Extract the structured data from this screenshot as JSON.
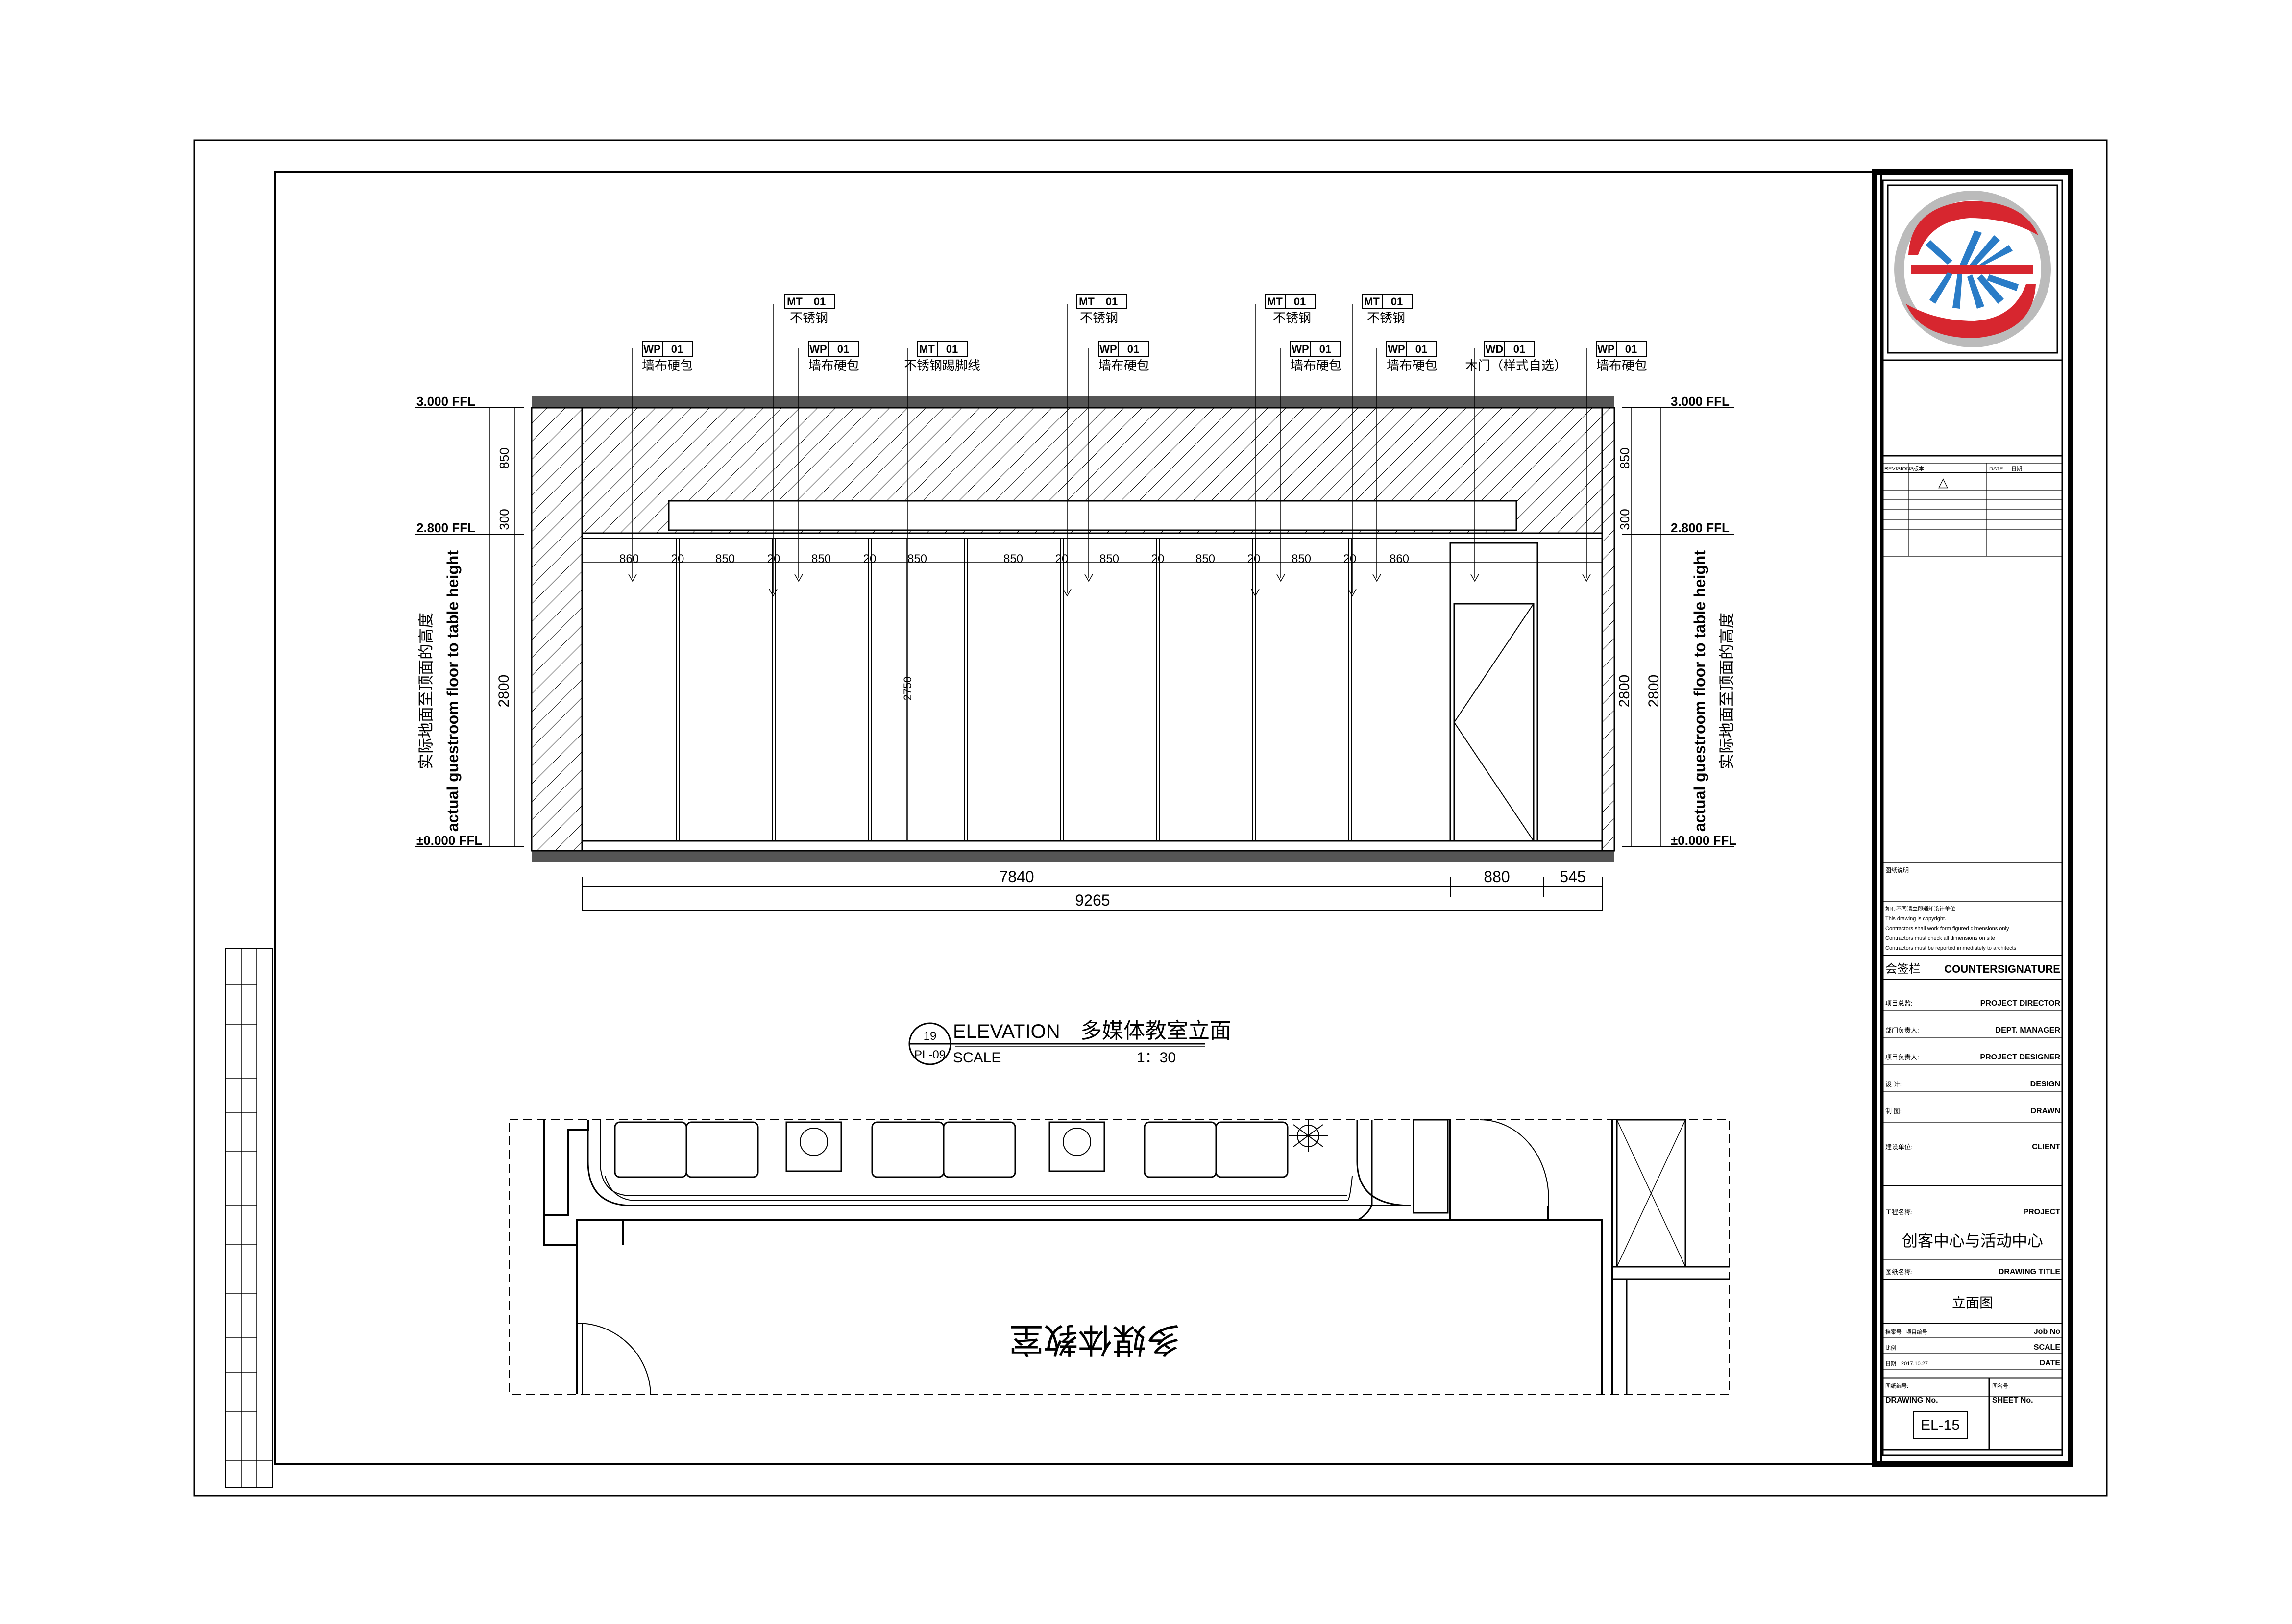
{
  "tags": [
    {
      "code": "WP",
      "num": "01",
      "label": "墙布硬包"
    },
    {
      "code": "MT",
      "num": "01",
      "label": "不锈钢"
    },
    {
      "code": "WP",
      "num": "01",
      "label": "墙布硬包"
    },
    {
      "code": "MT",
      "num": "01",
      "label": "不锈钢踢脚线"
    },
    {
      "code": "MT",
      "num": "01",
      "label": "不锈钢"
    },
    {
      "code": "WP",
      "num": "01",
      "label": "墙布硬包"
    },
    {
      "code": "MT",
      "num": "01",
      "label": "不锈钢"
    },
    {
      "code": "WP",
      "num": "01",
      "label": "墙布硬包"
    },
    {
      "code": "MT",
      "num": "01",
      "label": "不锈钢"
    },
    {
      "code": "WP",
      "num": "01",
      "label": "墙布硬包"
    },
    {
      "code": "WD",
      "num": "01",
      "label": "木门（样式自选）"
    },
    {
      "code": "WP",
      "num": "01",
      "label": "墙布硬包"
    }
  ],
  "levels": {
    "top": "3.000 FFL",
    "mid": "2.800 FFL",
    "floor": "±0.000 FFL"
  },
  "height_note": {
    "cn": "实际地面至顶面的高度",
    "en": "actual guestroom floor to table height"
  },
  "vertical_dims": {
    "upper": "850",
    "middle": "300",
    "main": "2800",
    "inner": "2750"
  },
  "panel_dims": [
    "860",
    "20",
    "850",
    "20",
    "850",
    "20",
    "850",
    "850",
    "20",
    "850",
    "20",
    "850",
    "20",
    "850",
    "20",
    "860"
  ],
  "bottom_dims": {
    "a": "7840",
    "b": "880",
    "c": "545",
    "total": "9265"
  },
  "title": {
    "ref_top": "19",
    "ref_bottom": "PL-09",
    "en": "ELEVATION",
    "cn": "多媒体教室立面",
    "scale_label": "SCALE",
    "scale_value": "1：30"
  },
  "plan_room_label": "多媒体教室",
  "title_block": {
    "revision_header": [
      "REVISIONS",
      "版本",
      "DATE",
      "日期"
    ],
    "revision_mark": "△",
    "notes_title": "图纸说明",
    "notes": [
      "如有不同请立即通知设计单位",
      "This drawing is copyright.",
      "Contractors shall work form figured dimensions only",
      "Contractors must check all dimensions on site",
      "Contractors must be reported immediately to architects"
    ],
    "countersign_cn": "会签栏",
    "countersign_en": "COUNTERSIGNATURE",
    "roles": [
      {
        "cn": "项目总监:",
        "en": "PROJECT DIRECTOR"
      },
      {
        "cn": "部门负责人:",
        "en": "DEPT. MANAGER"
      },
      {
        "cn": "项目负责人:",
        "en": "PROJECT DESIGNER"
      },
      {
        "cn": "设    计:",
        "en": "DESIGN"
      },
      {
        "cn": "制    图:",
        "en": "DRAWN"
      }
    ],
    "client_cn": "建设单位:",
    "client_en": "CLIENT",
    "project_cn": "工程名称:",
    "project_en": "PROJECT",
    "project_name": "创客中心与活动中心",
    "drawing_title_cn": "图纸名称:",
    "drawing_title_en": "DRAWING TITLE",
    "drawing_name": "立面图",
    "job_cn": "档案号",
    "job_val": "项目编号",
    "job_en": "Job No",
    "scale_cn": "比例",
    "scale_en": "SCALE",
    "date_cn": "日期",
    "date_val": "2017.10.27",
    "date_en": "DATE",
    "drawing_no_cn": "图纸编号:",
    "drawing_no_en": "DRAWING No.",
    "sheet_no_cn": "图名号:",
    "sheet_no_en": "SHEET No.",
    "drawing_no": "EL-15"
  },
  "colors": {
    "line": "#000000",
    "fill": "#ffffff",
    "logo_red": "#d7262f",
    "logo_blue": "#2a7cc7",
    "logo_ring": "#aaaaaa"
  }
}
